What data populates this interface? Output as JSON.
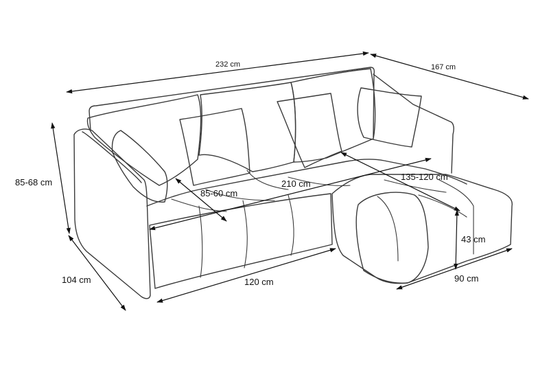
{
  "dimensions": {
    "total_width": "232 cm",
    "chaise_length": "167 cm",
    "height": "85-68 cm",
    "depth": "104 cm",
    "seat_depth": "85-60 cm",
    "sleeping_width": "210 cm",
    "sleeping_length": "135-120 cm",
    "sleeping_height": "43 cm",
    "chaise_width": "90 cm",
    "sofa_front": "120 cm"
  },
  "colors": {
    "outline": "#3a3a3a",
    "dimension": "#111111",
    "background": "#ffffff"
  }
}
